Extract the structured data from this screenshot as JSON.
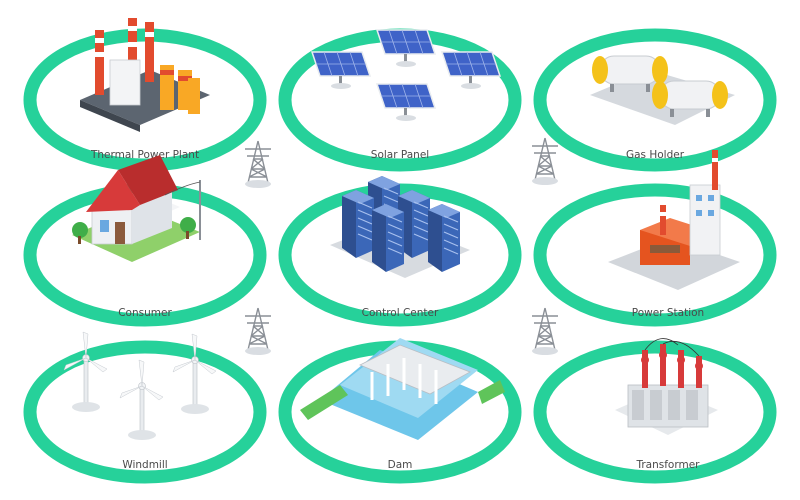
{
  "colors": {
    "ring": "#26d19a",
    "background": "#ffffff",
    "label": "#4a4a4a",
    "tower": "#8a8f96",
    "panel": "#3f63c8",
    "building_blue": "#3b67b8",
    "roof_red": "#d73a3a",
    "tank_yellow": "#f4c21a",
    "water": "#6ec6ea",
    "grass": "#5fc45a"
  },
  "nodes": [
    {
      "id": "thermal-power-plant",
      "label": "Thermal Power Plant",
      "icon": "thermal-plant-icon"
    },
    {
      "id": "solar-panel",
      "label": "Solar Panel",
      "icon": "solar-panel-icon"
    },
    {
      "id": "gas-holder",
      "label": "Gas Holder",
      "icon": "gas-holder-icon"
    },
    {
      "id": "consumer",
      "label": "Consumer",
      "icon": "house-icon"
    },
    {
      "id": "control-center",
      "label": "Control Center",
      "icon": "server-rack-icon"
    },
    {
      "id": "power-station",
      "label": "Power Station",
      "icon": "power-station-icon"
    },
    {
      "id": "windmill",
      "label": "Windmill",
      "icon": "wind-turbine-icon"
    },
    {
      "id": "dam",
      "label": "Dam",
      "icon": "dam-icon"
    },
    {
      "id": "transformer",
      "label": "Transformer",
      "icon": "transformer-icon"
    }
  ],
  "towers": [
    "transmission-tower-icon",
    "transmission-tower-icon",
    "transmission-tower-icon",
    "transmission-tower-icon"
  ]
}
